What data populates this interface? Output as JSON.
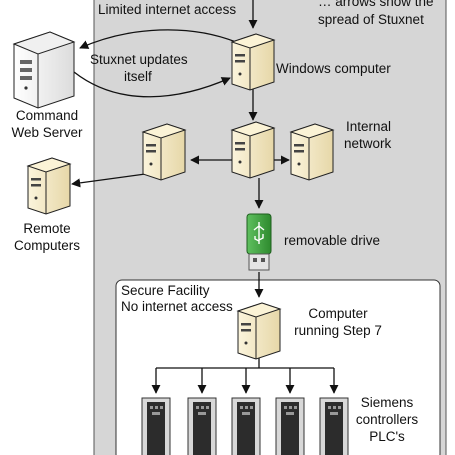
{
  "top_left_text": "Limited internet access",
  "top_right_text_1": "… arrows show the",
  "top_right_text_2": "spread of Stuxnet",
  "stuxnet_updates_1": "Stuxnet updates",
  "stuxnet_updates_2": "itself",
  "windows_computer": "Windows computer",
  "command_server_1": "Command",
  "command_server_2": "Web Server",
  "internal_network_1": "Internal",
  "internal_network_2": "network",
  "remote_computers_1": "Remote",
  "remote_computers_2": "Computers",
  "removable_drive": "removable drive",
  "secure_facility_1": "Secure Facility",
  "secure_facility_2": "No internet access",
  "step7_computer_1": "Computer",
  "step7_computer_2": "running Step 7",
  "plc_1": "Siemens",
  "plc_2": "controllers",
  "plc_3": "PLC's",
  "colors": {
    "gray_panel": "#d6d6d6",
    "secure_box": "#ffffff",
    "tower_fill": "#f3e8c6",
    "usb_green": "#3a9a3a",
    "plc_fill": "#2c2c2c"
  }
}
